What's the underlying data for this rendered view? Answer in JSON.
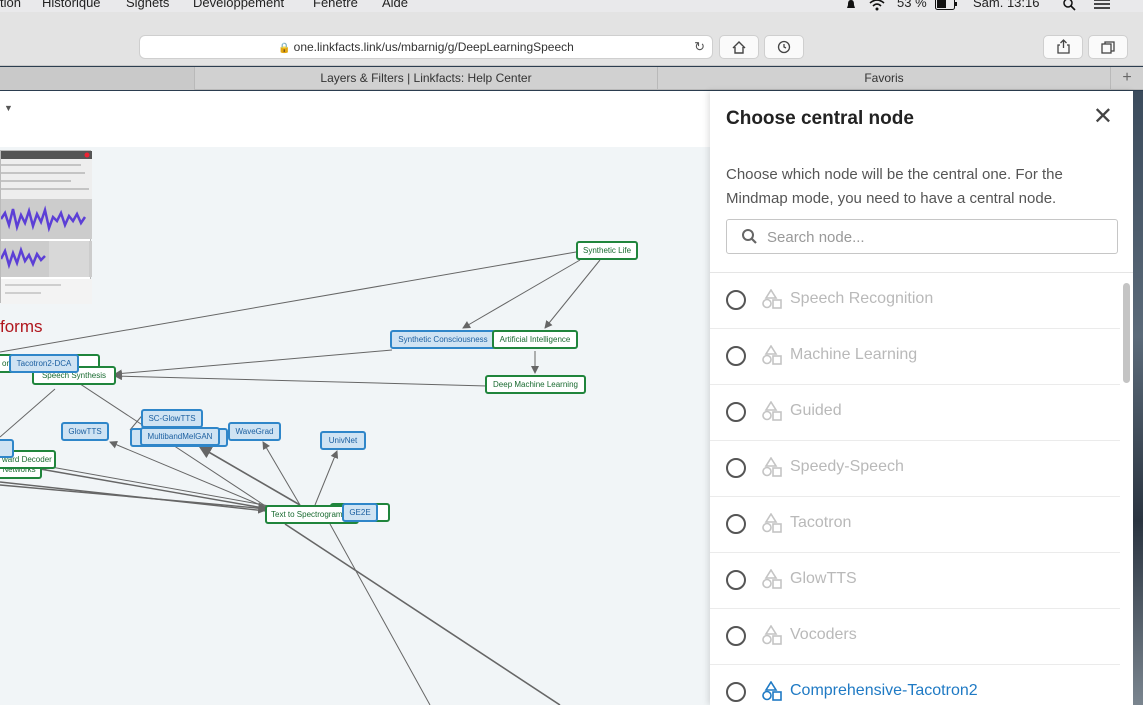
{
  "menubar": {
    "items": [
      "tion",
      "Historique",
      "Signets",
      "Développement",
      "Fenêtre",
      "Aide"
    ],
    "battery": "53 %",
    "clock": "Sam. 13:16"
  },
  "browser": {
    "url": "one.linkfacts.link/us/mbarnig/g/DeepLearningSpeech",
    "tabs": [
      "Layers & Filters | Linkfacts: Help Center",
      "Favoris"
    ],
    "new_tab": "+"
  },
  "graph": {
    "heading": "forms",
    "nodes": [
      {
        "label": "Synthetic Life",
        "style": "green"
      },
      {
        "label": "Synthetic Consciousness",
        "style": "blue"
      },
      {
        "label": "Artificial Intelligence",
        "style": "green"
      },
      {
        "label": "Deep Machine Learning",
        "style": "green"
      },
      {
        "label": "on",
        "style": "green"
      },
      {
        "label": "Tacotron2-DCA",
        "style": "blue"
      },
      {
        "label": "Speech Synthesis",
        "style": "green"
      },
      {
        "label": "SC-GlowTTS",
        "style": "blue"
      },
      {
        "label": "GlowTTS",
        "style": "blue"
      },
      {
        "label": "MultibandMelGAN",
        "style": "blue"
      },
      {
        "label": "WaveGrad",
        "style": "blue"
      },
      {
        "label": "UnivNet",
        "style": "blue"
      },
      {
        "label": "ward Decoder",
        "style": "green"
      },
      {
        "label": "Networks",
        "style": "green"
      },
      {
        "label": "Text to Spectrogram",
        "style": "green"
      },
      {
        "label": "GE2E",
        "style": "blue"
      }
    ]
  },
  "panel": {
    "title": "Choose central node",
    "close": "✕",
    "description": "Choose which node will be the central one. For the Mindmap mode, you need to have a central node.",
    "search_placeholder": "Search node...",
    "nodes": [
      {
        "label": "Speech Recognition",
        "active": false
      },
      {
        "label": "Machine Learning",
        "active": false
      },
      {
        "label": "Guided",
        "active": false
      },
      {
        "label": "Speedy-Speech",
        "active": false
      },
      {
        "label": "Tacotron",
        "active": false
      },
      {
        "label": "GlowTTS",
        "active": false
      },
      {
        "label": "Vocoders",
        "active": false
      },
      {
        "label": "Comprehensive-Tacotron2",
        "active": true
      }
    ]
  },
  "colors": {
    "green_node": "#20853c",
    "blue_node": "#2f86c9",
    "active_item": "#1f7ac4",
    "inactive_item": "#b9b9b9"
  }
}
